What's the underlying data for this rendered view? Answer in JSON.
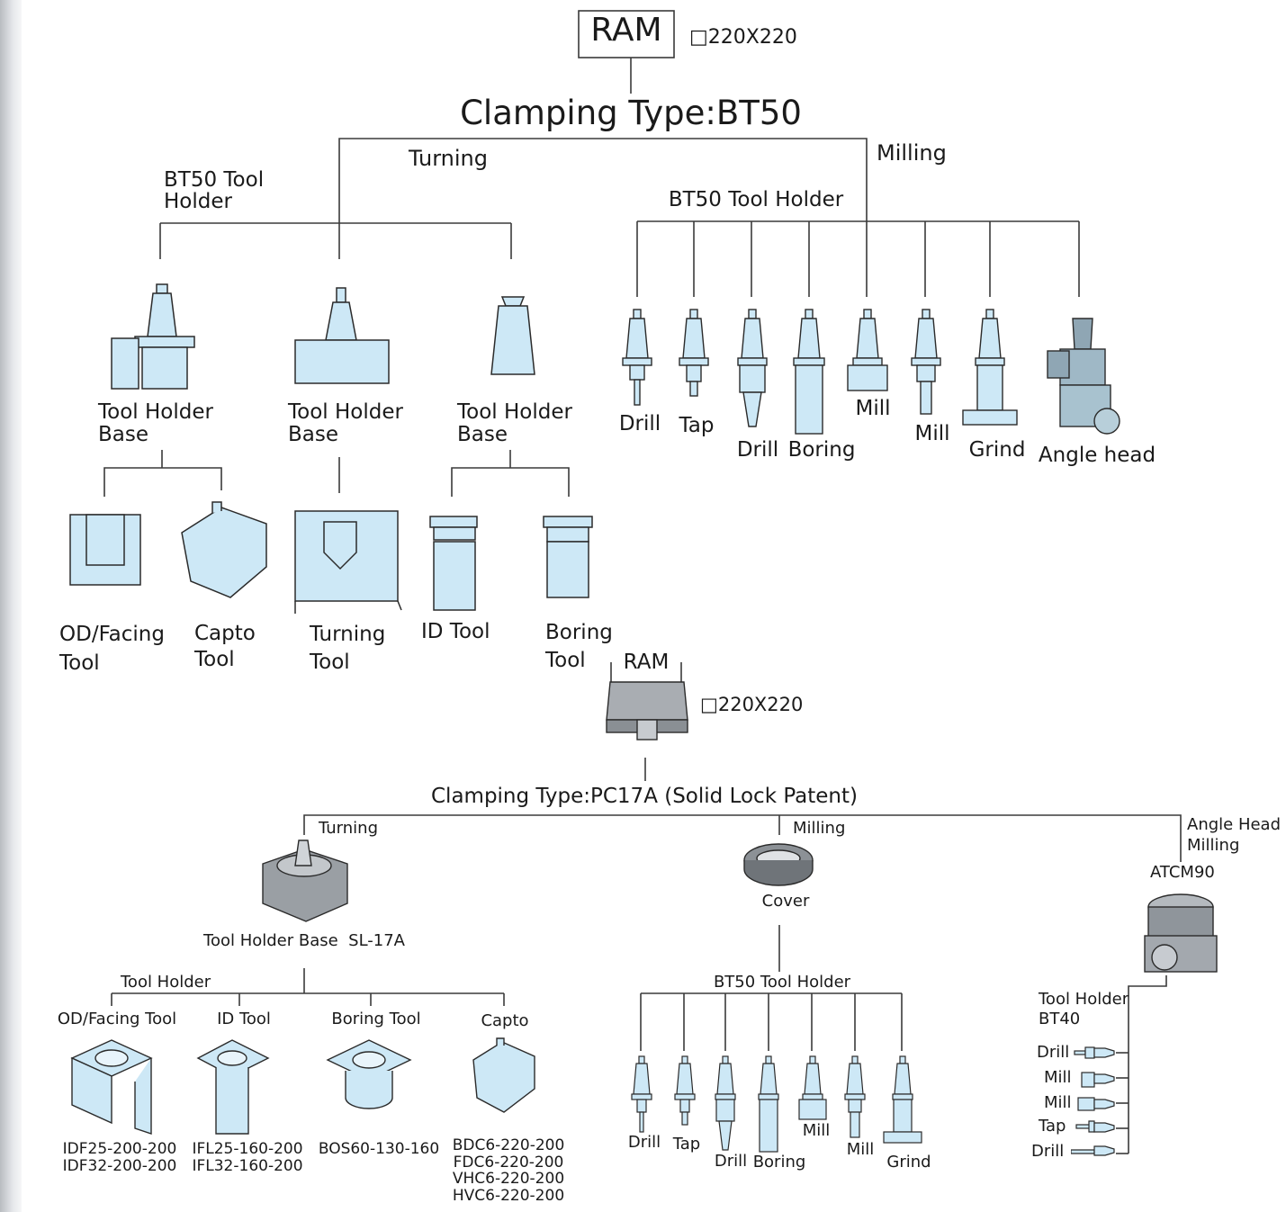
{
  "top": {
    "ram_label": "RAM",
    "ram_size": "□220X220",
    "clamping_title": "Clamping Type:BT50",
    "turning_label": "Turning",
    "milling_label": "Milling",
    "bt50_tool_holder_left": "BT50 Tool\nHolder",
    "bt50_tool_holder_right": "BT50 Tool Holder",
    "bases": [
      {
        "label": "Tool Holder\nBase"
      },
      {
        "label": "Tool Holder\nBase"
      },
      {
        "label": "Tool Holder\nBase"
      }
    ],
    "turning_tools": [
      {
        "label": "OD/Facing\nTool"
      },
      {
        "label": "Capto\nTool"
      },
      {
        "label": "Turning\nTool"
      },
      {
        "label": "ID Tool"
      },
      {
        "label": "Boring\nTool"
      }
    ],
    "milling_tools": [
      {
        "label": "Drill"
      },
      {
        "label": "Tap"
      },
      {
        "label": "Drill"
      },
      {
        "label": "Boring"
      },
      {
        "label": "Mill"
      },
      {
        "label": "Mill"
      },
      {
        "label": "Grind"
      },
      {
        "label": "Angle head"
      }
    ]
  },
  "bottom": {
    "ram_label": "RAM",
    "ram_size": "□220X220",
    "clamping_title": "Clamping Type:PC17A (Solid Lock Patent)",
    "turning_label": "Turning",
    "milling_label": "Milling",
    "angle_head_label": "Angle Head\nMilling",
    "atcm_label": "ATCM90",
    "base_label": "Tool Holder Base  SL-17A",
    "cover_label": "Cover",
    "tool_holder_label": "Tool Holder",
    "bt50_tool_holder": "BT50 Tool Holder",
    "bt40_label": "Tool Holder\nBT40",
    "turning_tools": [
      {
        "name": "OD/Facing Tool",
        "codes": "IDF25-200-200\nIDF32-200-200"
      },
      {
        "name": "ID Tool",
        "codes": "IFL25-160-200\nIFL32-160-200"
      },
      {
        "name": "Boring Tool",
        "codes": "BOS60-130-160"
      },
      {
        "name": "Capto",
        "codes": "BDC6-220-200\nFDC6-220-200\nVHC6-220-200\nHVC6-220-200"
      }
    ],
    "milling_tools": [
      {
        "label": "Drill"
      },
      {
        "label": "Tap"
      },
      {
        "label": "Drill"
      },
      {
        "label": "Boring"
      },
      {
        "label": "Mill"
      },
      {
        "label": "Mill"
      },
      {
        "label": "Grind"
      }
    ],
    "bt40_tools": [
      {
        "label": "Drill"
      },
      {
        "label": "Mill"
      },
      {
        "label": "Mill"
      },
      {
        "label": "Tap"
      },
      {
        "label": "Drill"
      }
    ]
  },
  "colors": {
    "line": "#3a3a3a",
    "fill": "#cde8f6",
    "stroke": "#2b2b2b",
    "gray": "#8a8f96"
  }
}
